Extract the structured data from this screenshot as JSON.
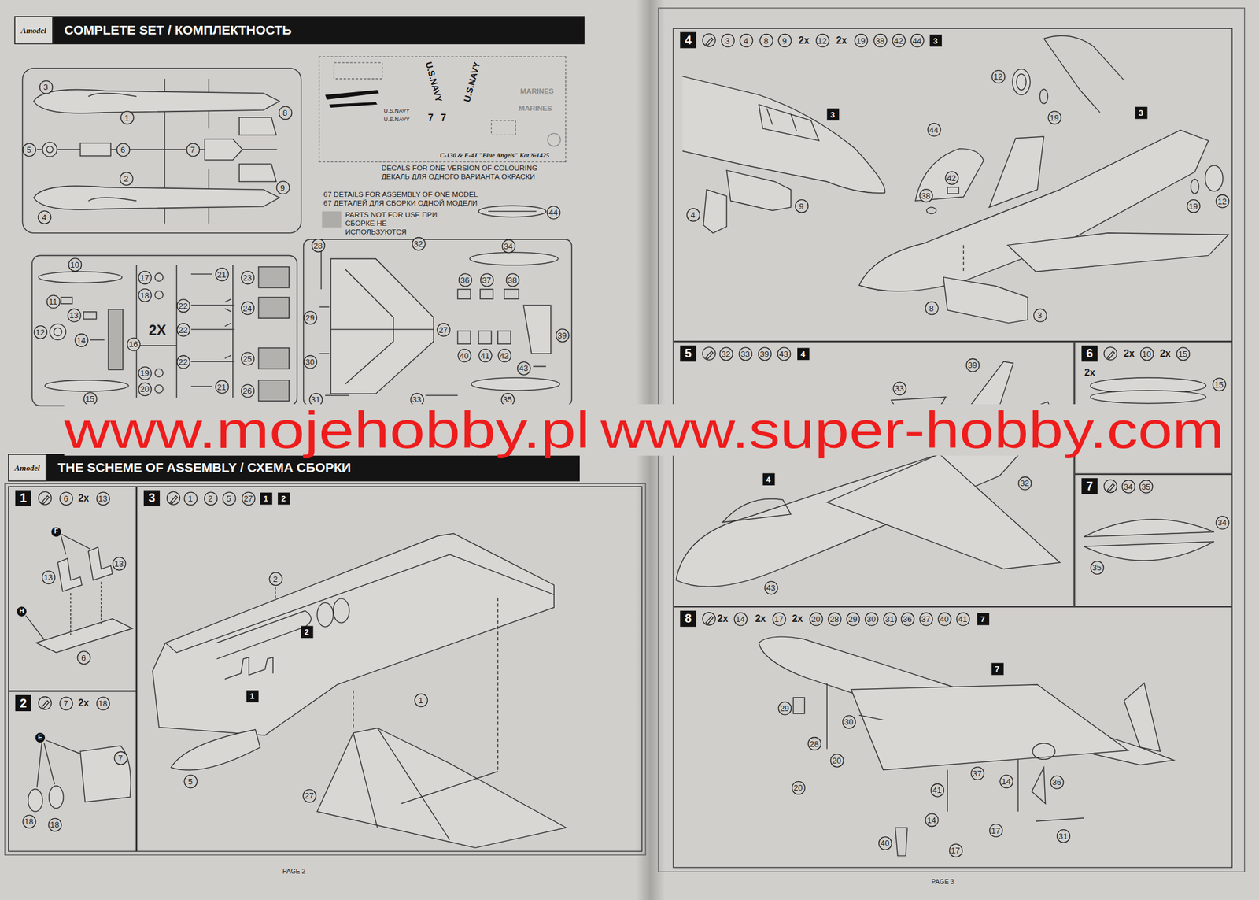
{
  "diagram": {
    "nodes": [
      {
        "text": [
          "Amodel",
          "COMPLETE SET / КОМПЛЕКТНОСТЬ"
        ]
      },
      {
        "text": [
          "C-130 & F-4J \"Blue Angels\" Kat №1425"
        ]
      },
      {
        "text": [
          "Amodel",
          "THE SCHEME OF ASSEMBLY / СХЕМА СБОРКИ"
        ]
      },
      {
        "text": [
          "1"
        ]
      },
      {
        "text": [
          "2"
        ]
      },
      {
        "text": [
          "3"
        ]
      },
      {
        "text": [
          "4"
        ]
      },
      {
        "text": [
          "5"
        ]
      },
      {
        "text": [
          "6"
        ]
      },
      {
        "text": [
          "7"
        ]
      },
      {
        "text": [
          "8"
        ]
      }
    ],
    "labels": [
      "3",
      "1",
      "8",
      "5",
      "6",
      "7",
      "9",
      "2",
      "4",
      "10",
      "11",
      "13",
      "12",
      "14",
      "16",
      "15",
      "17",
      "18",
      "21",
      "23",
      "22",
      "24",
      "2X",
      "22",
      "22",
      "25",
      "19",
      "20",
      "21",
      "26",
      "28",
      "32",
      "34",
      "36",
      "37",
      "38",
      "29",
      "27",
      "39",
      "30",
      "43",
      "40",
      "41",
      "42",
      "31",
      "33",
      "35",
      "44",
      "U.S.NAVY",
      "U.S.NAVY",
      "U.S.NAVY",
      "U.S.NAVY",
      "7",
      "7",
      "MARINES",
      "MARINES",
      "DECALS FOR ONE VERSION OF COLOURING",
      "ДЕКАЛЬ ДЛЯ ОДНОГО ВАРИАНТА ОКРАСКИ",
      "67 DETAILS FOR ASSEMBLY OF ONE MODEL",
      "67 ДЕТАЛЕЙ ДЛЯ СБОРКИ ОДНОЙ МОДЕЛИ",
      "www.mojehobby.pl",
      "www.super-hobby.com",
      "6",
      "2x",
      "13",
      "F",
      "13",
      "13",
      "H",
      "6",
      "7",
      "2x",
      "18",
      "E",
      "7",
      "18",
      "18",
      "1",
      "2",
      "5",
      "27",
      "1",
      "2",
      "2",
      "2",
      "1",
      "1",
      "5",
      "27",
      "PAGE 2",
      "3",
      "4",
      "8",
      "9",
      "2x",
      "12",
      "2x",
      "19",
      "38",
      "42",
      "44",
      "3",
      "3",
      "4",
      "9",
      "12",
      "19",
      "3",
      "44",
      "42",
      "38",
      "19",
      "12",
      "8",
      "3",
      "32",
      "33",
      "39",
      "43",
      "4",
      "39",
      "33",
      "4",
      "32",
      "43",
      "2x",
      "10",
      "2x",
      "15",
      "2x",
      "15",
      "34",
      "35",
      "34",
      "35",
      "2x",
      "14",
      "2x",
      "17",
      "2x",
      "20",
      "28",
      "29",
      "30",
      "31",
      "36",
      "37",
      "40",
      "41",
      "7",
      "7",
      "29",
      "30",
      "28",
      "20",
      "20",
      "37",
      "36",
      "14",
      "41",
      "17",
      "14",
      "31",
      "40",
      "17",
      "PAGE 3"
    ],
    "legend": [
      {
        "text": "PARTS NOT FOR USE ПРИ СБОРКЕ НЕ ИСПОЛЬЗУЮТСЯ",
        "color": "#aeaca9"
      }
    ]
  }
}
